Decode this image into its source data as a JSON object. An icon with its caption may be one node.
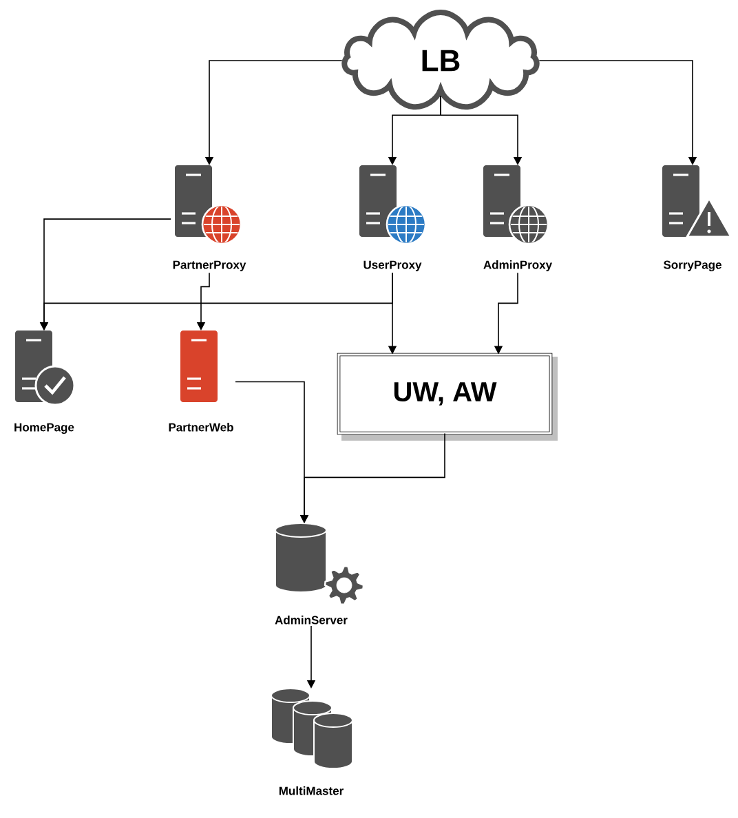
{
  "diagram": {
    "nodes": [
      {
        "text": [
          "LB"
        ]
      },
      {
        "text": [
          "PartnerProxy"
        ]
      },
      {
        "text": [
          "UserProxy"
        ]
      },
      {
        "text": [
          "AdminProxy"
        ]
      },
      {
        "text": [
          "SorryPage"
        ]
      },
      {
        "text": [
          "HomePage"
        ]
      },
      {
        "text": [
          "PartnerWeb"
        ]
      },
      {
        "text": [
          "UW, AW"
        ]
      },
      {
        "text": [
          "AdminServer"
        ]
      },
      {
        "text": [
          "MultiMaster"
        ]
      }
    ],
    "edges": [
      {
        "from": 0,
        "to": 1,
        "arrow": "to"
      },
      {
        "from": 0,
        "to": 2,
        "arrow": "to"
      },
      {
        "from": 0,
        "to": 3,
        "arrow": "to"
      },
      {
        "from": 0,
        "to": 4,
        "arrow": "to"
      },
      {
        "from": 1,
        "to": 5,
        "arrow": "to"
      },
      {
        "from": 1,
        "to": 6,
        "arrow": "to"
      },
      {
        "from": 2,
        "to": 5,
        "arrow": "to"
      },
      {
        "from": 2,
        "to": 7,
        "arrow": "to"
      },
      {
        "from": 3,
        "to": 7,
        "arrow": "to"
      },
      {
        "from": 6,
        "to": 8,
        "arrow": "to"
      },
      {
        "from": 7,
        "to": 8,
        "arrow": "to"
      },
      {
        "from": 8,
        "to": 9,
        "arrow": "to"
      }
    ]
  }
}
